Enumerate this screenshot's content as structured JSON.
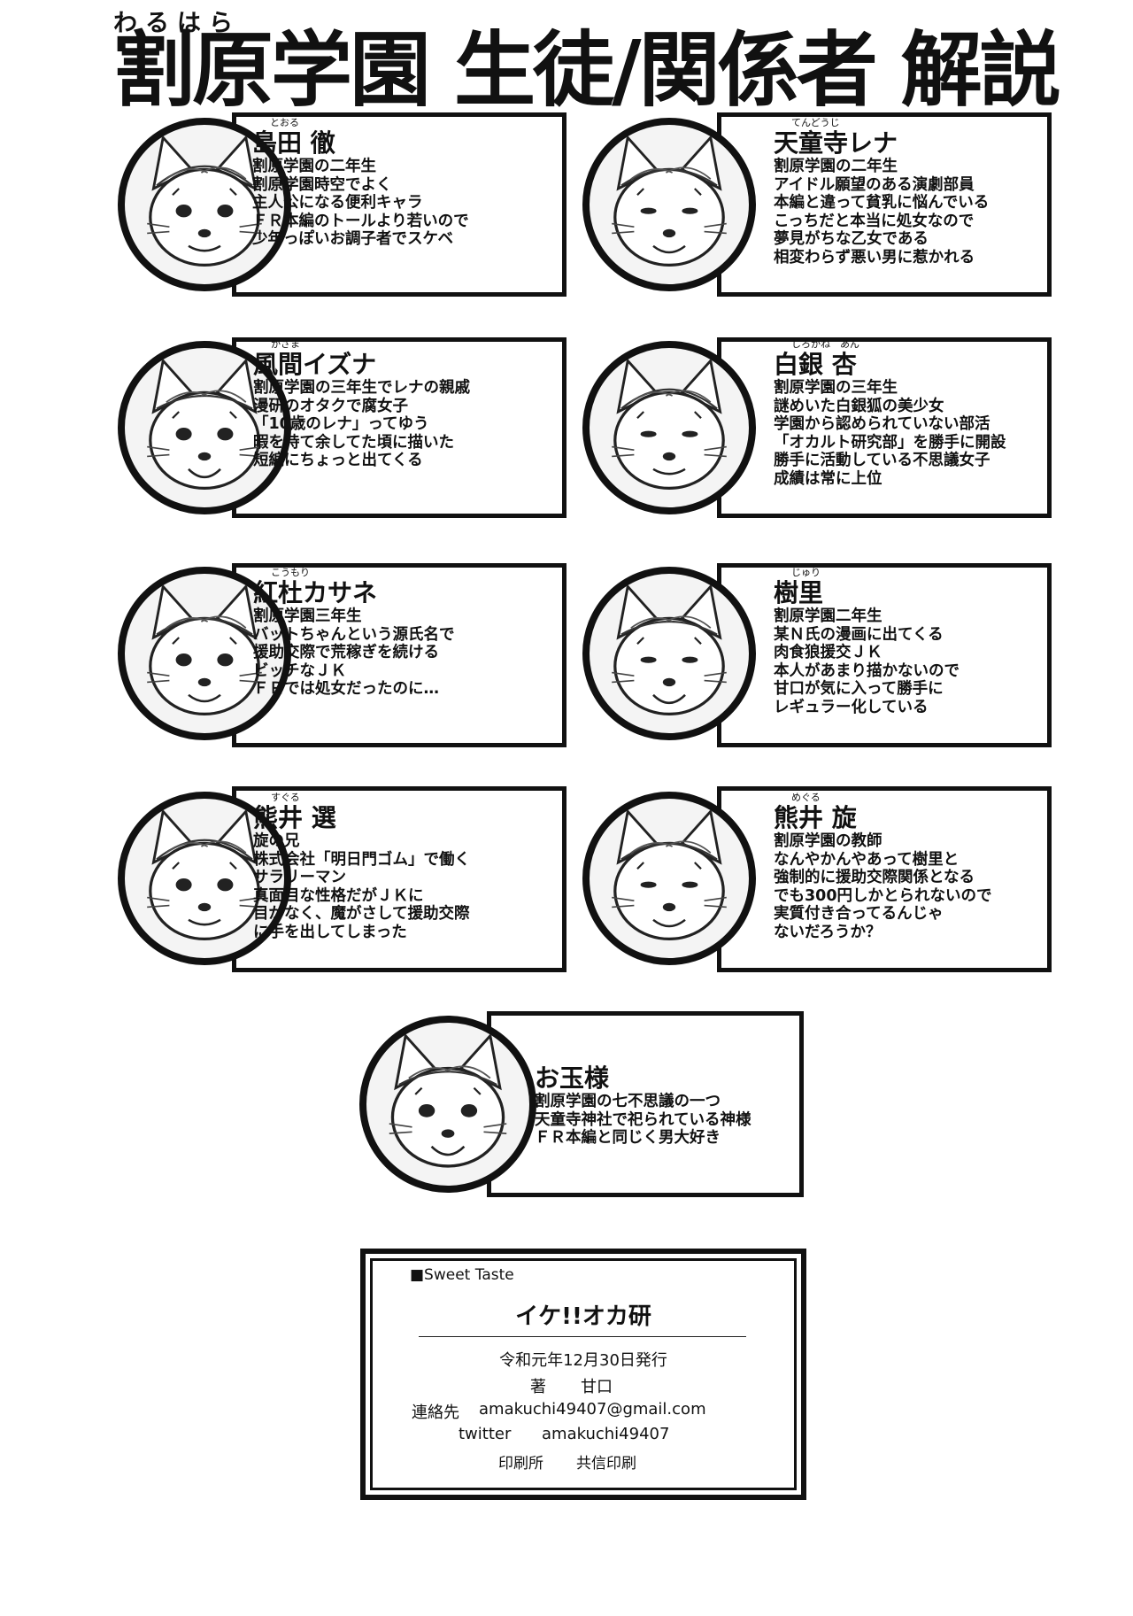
{
  "page": {
    "title_ruby": "わるはら",
    "title": "割原学園 生徒/関係者 解説"
  },
  "characters": [
    {
      "kana": "とおる",
      "name": "島田 徹",
      "lines": [
        "割原学園の二年生",
        "割原学園時空でよく",
        "主人公になる便利キャラ",
        "ＦＲ本編のトールより若いので",
        "少年っぽいお調子者でスケベ"
      ]
    },
    {
      "kana": "てんどうじ",
      "name": "天童寺レナ",
      "lines": [
        "割原学園の二年生",
        "アイドル願望のある演劇部員",
        "本編と違って貧乳に悩んでいる",
        "こっちだと本当に処女なので",
        "夢見がちな乙女である",
        "相変わらず悪い男に惹かれる"
      ]
    },
    {
      "kana": "かざま",
      "name": "風間イズナ",
      "lines": [
        "割原学園の三年生でレナの親戚",
        "漫研のオタクで腐女子",
        "「10歳のレナ」ってゆう",
        "暇を持て余してた頃に描いた",
        "短編にちょっと出てくる"
      ]
    },
    {
      "kana": "しろかね　あん",
      "name": "白銀 杏",
      "lines": [
        "割原学園の三年生",
        "謎めいた白銀狐の美少女",
        "学園から認められていない部活",
        "「オカルト研究部」を勝手に開設",
        "勝手に活動している不思議女子",
        "成績は常に上位"
      ]
    },
    {
      "kana": "こうもり",
      "name": "紅杜カサネ",
      "lines": [
        "割原学園三年生",
        "バットちゃんという源氏名で",
        "援助交際で荒稼ぎを続ける",
        "ビッチなＪＫ",
        "ＦＲでは処女だったのに…"
      ]
    },
    {
      "kana": "じゅり",
      "name": "樹里",
      "lines": [
        "割原学園二年生",
        "某Ｎ氏の漫画に出てくる",
        "肉食狼援交ＪＫ",
        "本人があまり描かないので",
        "甘口が気に入って勝手に",
        "レギュラー化している"
      ]
    },
    {
      "kana": "すぐる",
      "name": "熊井 選",
      "lines": [
        "旋の兄",
        "株式会社「明日門ゴム」で働く",
        "サラリーマン",
        "真面目な性格だがＪＫに",
        "目がなく、魔がさして援助交際",
        "に手を出してしまった"
      ]
    },
    {
      "kana": "めぐる",
      "name": "熊井 旋",
      "lines": [
        "割原学園の教師",
        "なんやかんやあって樹里と",
        "強制的に援助交際関係となる",
        "でも300円しかとられないので",
        "実質付き合ってるんじゃ",
        "ないだろうか？"
      ]
    },
    {
      "kana": "",
      "name": "お玉様",
      "lines": [
        "割原学園の七不思議の一つ",
        "天童寺神社で祀られている神様",
        "ＦＲ本編と同じく男大好き"
      ]
    }
  ],
  "colophon": {
    "circle": "■Sweet Taste",
    "book_title": "イケ!!オカ研",
    "date": "令和元年12月30日発行",
    "author_label": "著",
    "author": "甘口",
    "contact_label": "連絡先",
    "email": "amakuchi49407@gmail.com",
    "twitter_label": "twitter",
    "twitter": "amakuchi49407",
    "printer_label": "印刷所",
    "printer": "共信印刷"
  }
}
